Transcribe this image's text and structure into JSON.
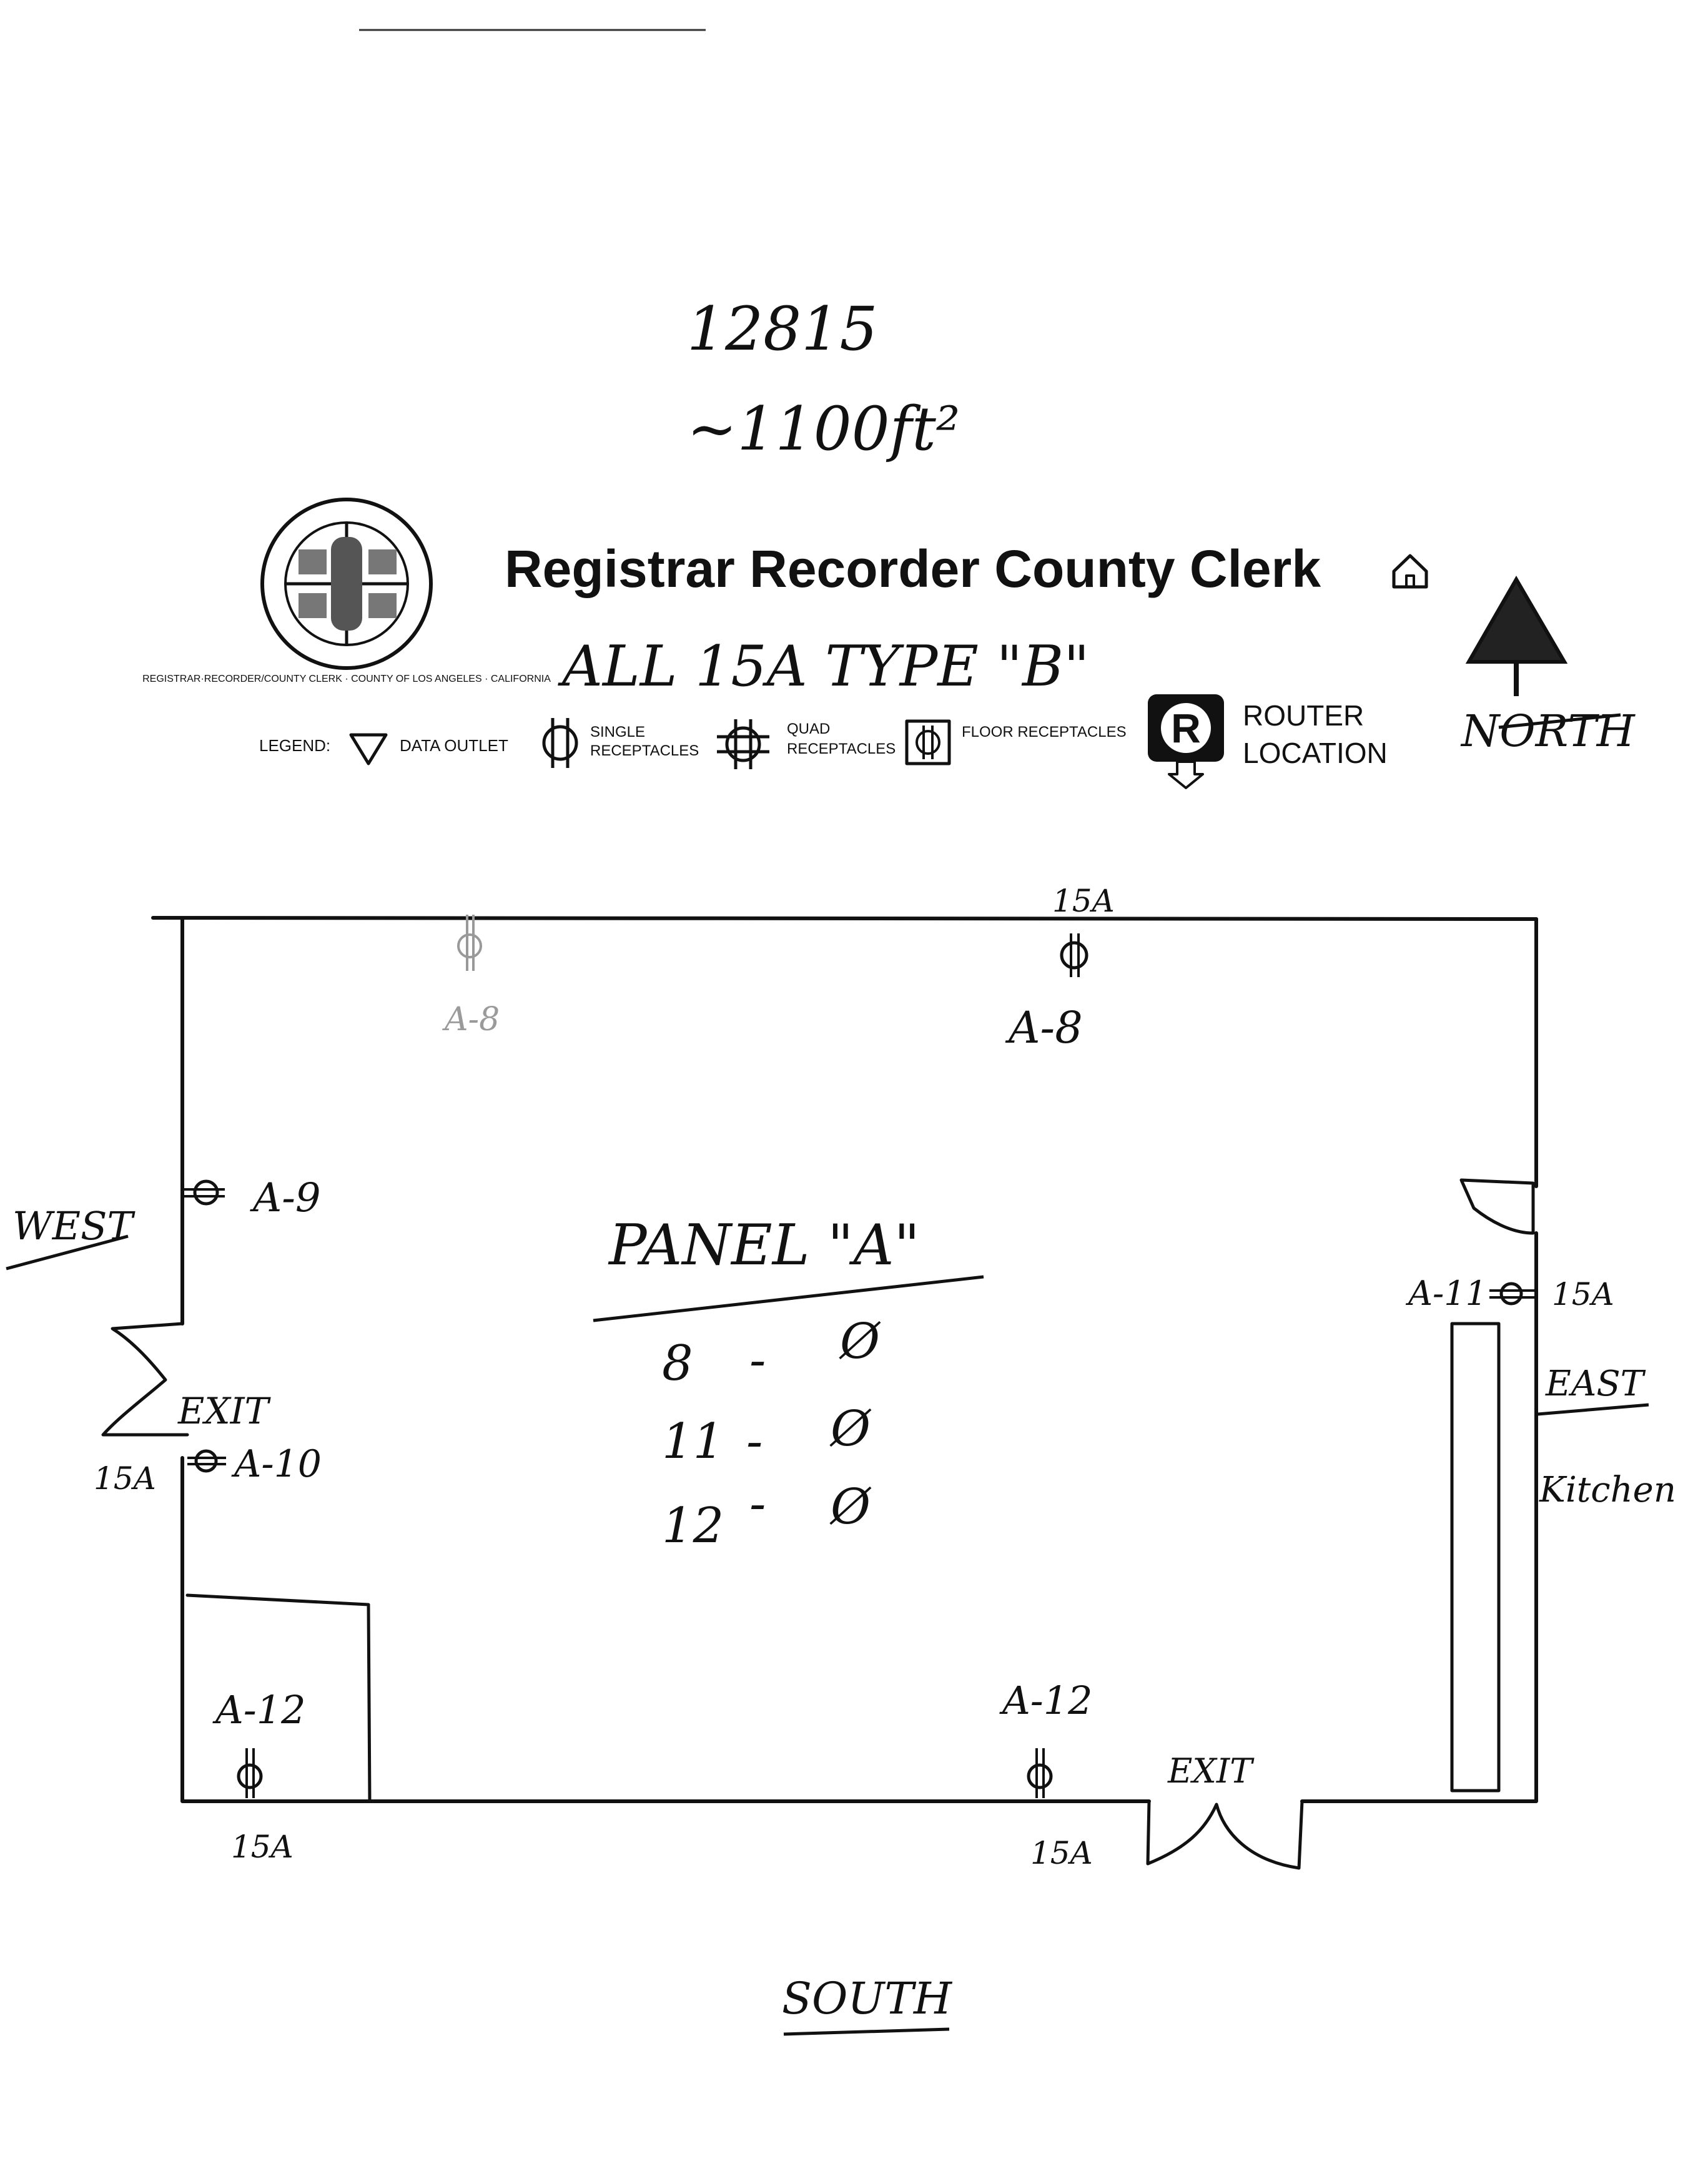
{
  "notes": {
    "site_number": "12815",
    "area": "~1100ft²",
    "receptacle_note": "ALL 15A TYPE \"B\""
  },
  "header": {
    "title": "Registrar Recorder County Clerk",
    "seal_ring_text": "REGISTRAR·RECORDER/COUNTY CLERK · COUNTY OF LOS ANGELES · CALIFORNIA",
    "home_icon": "home-icon"
  },
  "legend": {
    "label": "LEGEND:",
    "items": [
      {
        "icon": "data-outlet-icon",
        "label": "DATA OUTLET"
      },
      {
        "icon": "single-receptacle-icon",
        "label_line1": "SINGLE",
        "label_line2": "RECEPTACLES"
      },
      {
        "icon": "quad-receptacle-icon",
        "label_line1": "QUAD",
        "label_line2": "RECEPTACLES"
      },
      {
        "icon": "floor-receptacle-icon",
        "label": "FLOOR RECEPTACLES"
      },
      {
        "icon": "router-icon",
        "label_line1": "ROUTER",
        "label_line2": "LOCATION",
        "letter": "R"
      }
    ]
  },
  "compass": {
    "north": "NORTH",
    "south": "SOUTH",
    "east": "EAST",
    "west": "WEST"
  },
  "rooms": {
    "kitchen": "Kitchen"
  },
  "exits": {
    "west": "EXIT",
    "south": "EXIT"
  },
  "outlets": [
    {
      "id": "A-8",
      "amps": "15A",
      "wall": "north",
      "faded": false
    },
    {
      "id": "A-8",
      "amps": "",
      "wall": "north",
      "faded": true
    },
    {
      "id": "A-9",
      "amps": "",
      "wall": "west",
      "faded": false
    },
    {
      "id": "A-10",
      "amps": "15A",
      "wall": "west",
      "faded": false
    },
    {
      "id": "A-11",
      "amps": "15A",
      "wall": "east",
      "faded": false
    },
    {
      "id": "A-12",
      "amps": "15A",
      "wall": "south",
      "faded": false
    },
    {
      "id": "A-12",
      "amps": "15A",
      "wall": "south",
      "faded": false
    }
  ],
  "panel": {
    "title": "PANEL \"A\"",
    "circuits": [
      {
        "circuit": "8",
        "dash": "-",
        "symbol": "Ø"
      },
      {
        "circuit": "11",
        "dash": "-",
        "symbol": "Ø"
      },
      {
        "circuit": "12",
        "dash": "-",
        "symbol": "Ø"
      }
    ]
  }
}
